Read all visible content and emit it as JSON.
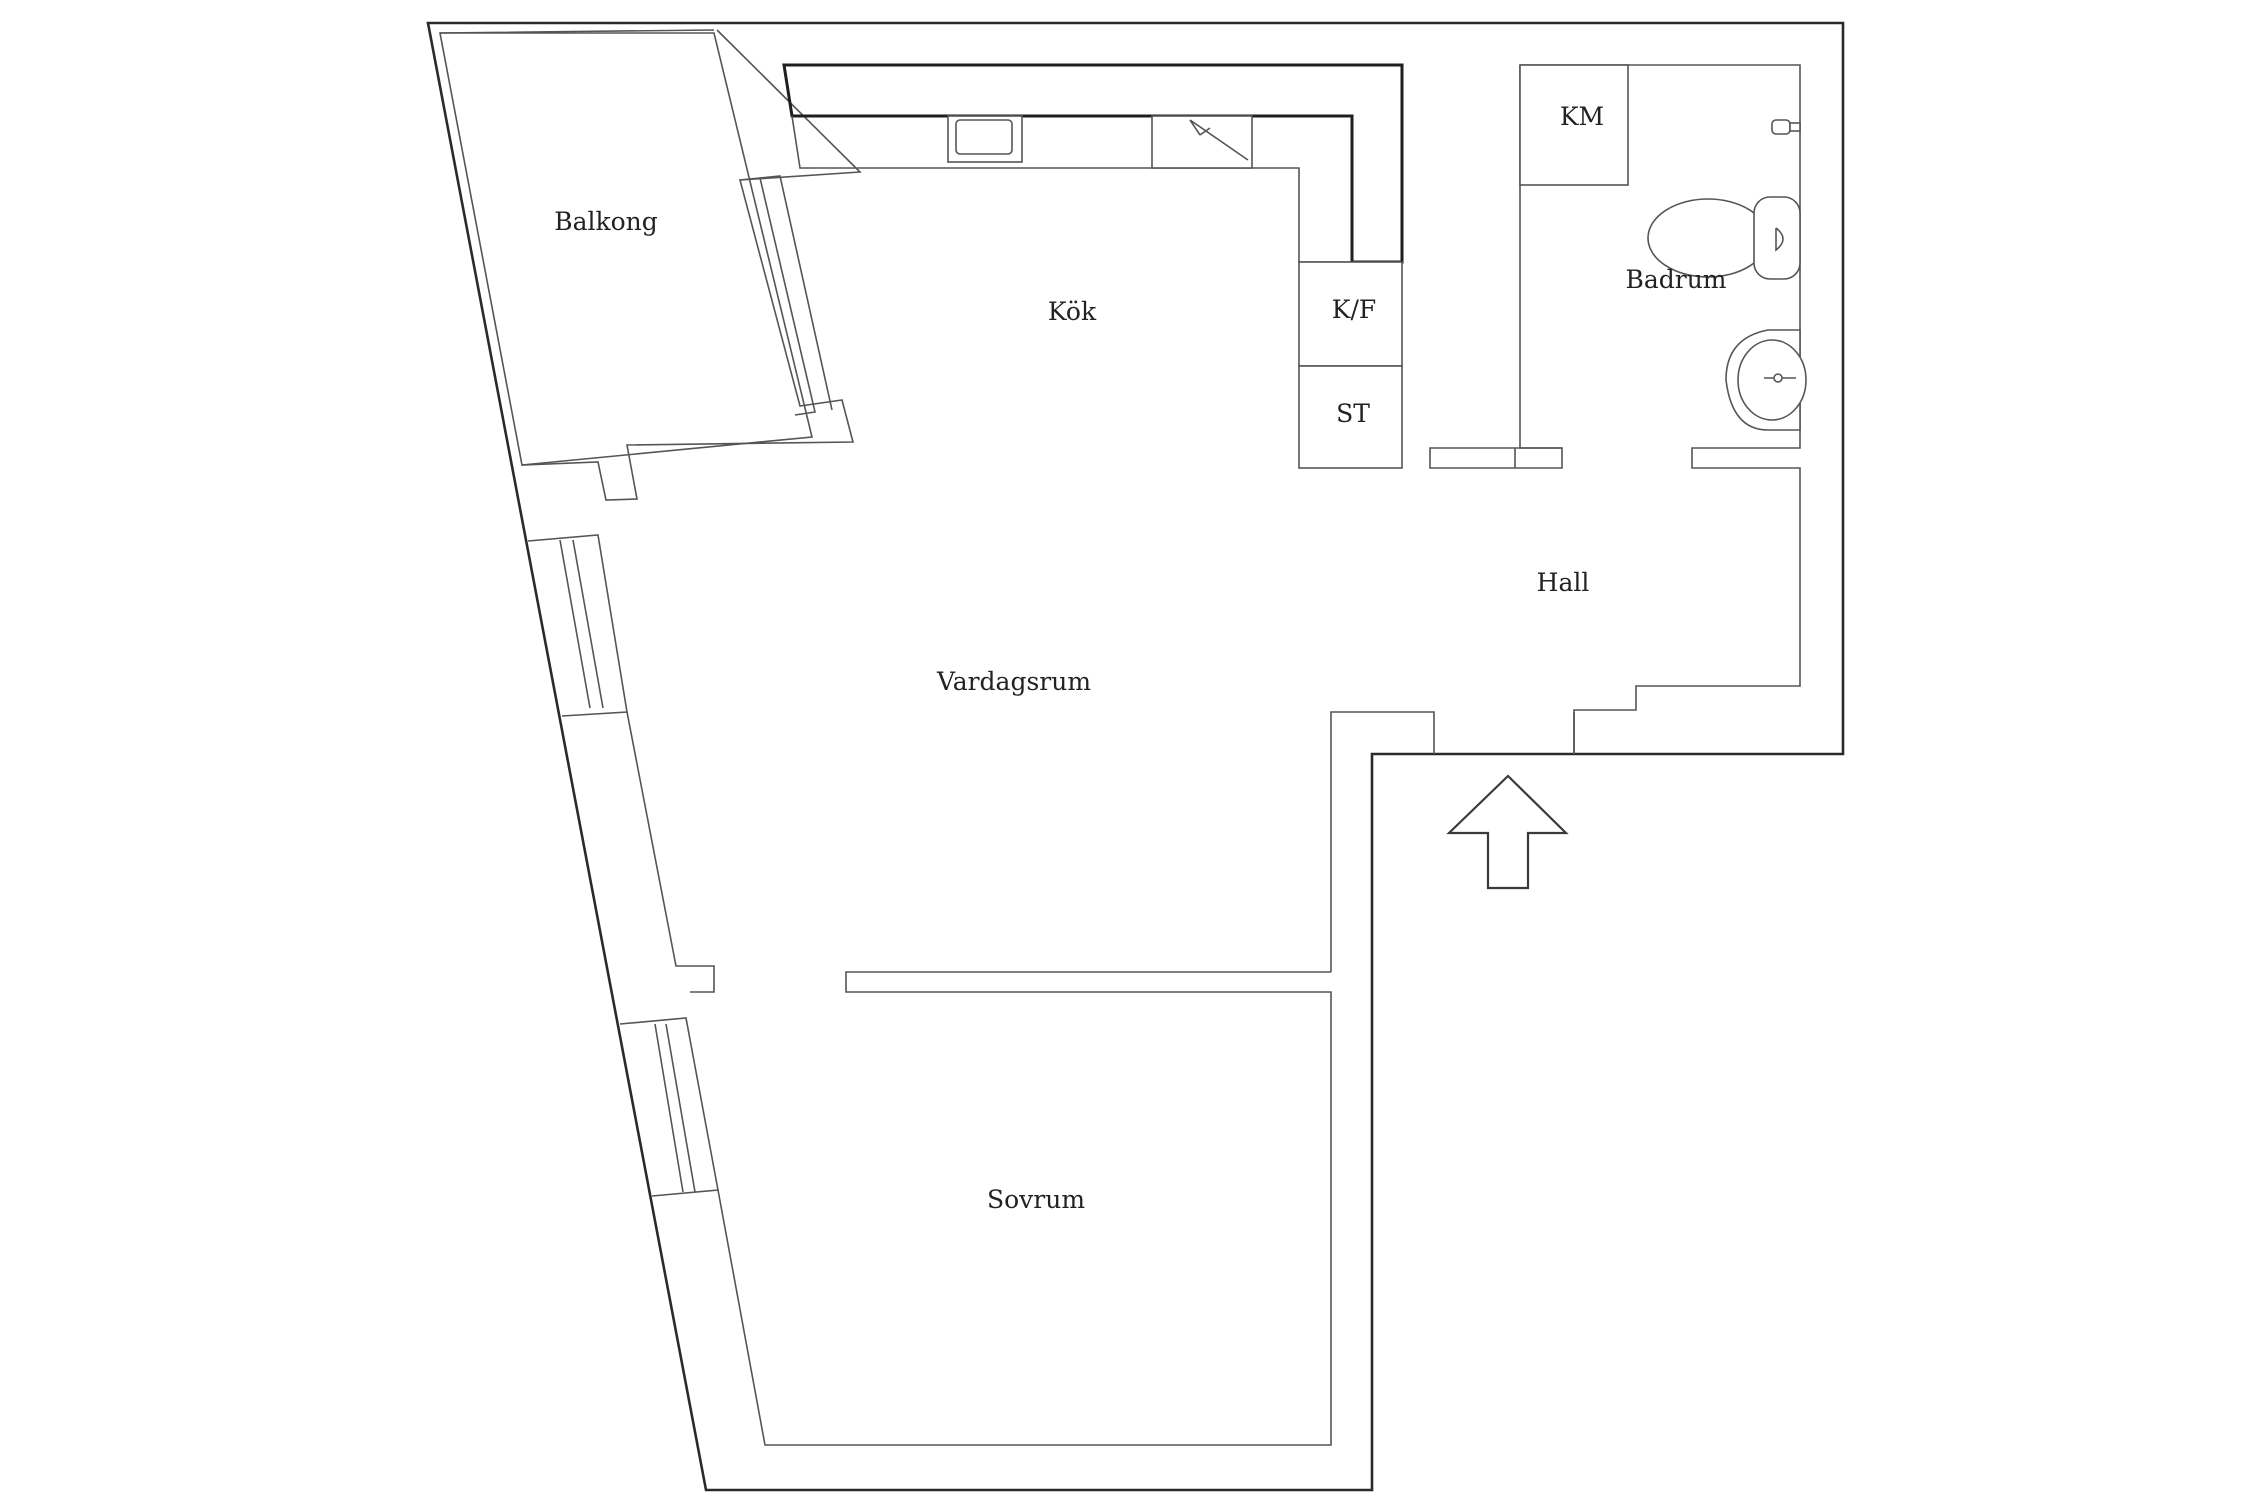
{
  "rooms": {
    "balkong": "Balkong",
    "kok": "Kök",
    "badrum": "Badrum",
    "km": "KM",
    "kf": "K/F",
    "st": "ST",
    "hall": "Hall",
    "vardagsrum": "Vardagsrum",
    "sovrum": "Sovrum"
  },
  "icons": {
    "entrance": "entrance-arrow-icon",
    "sink": "kitchen-sink-icon",
    "stove": "stove-icon",
    "toilet": "toilet-icon",
    "washbasin": "washbasin-icon",
    "fixture": "wall-fixture-icon"
  },
  "colors": {
    "background": "#ffffff",
    "walls": "#3a3a3a",
    "text": "#222222"
  }
}
